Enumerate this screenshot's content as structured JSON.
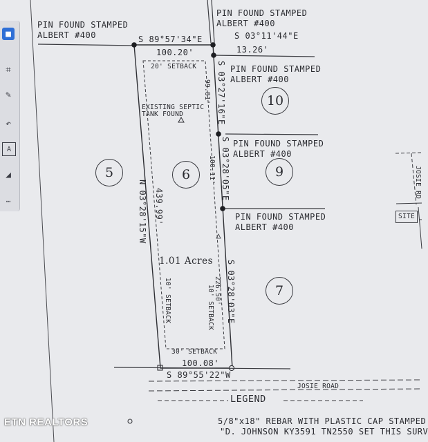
{
  "toolbar": {
    "tools": [
      "blue-square-icon",
      "crop-icon",
      "pen-icon",
      "lasso-icon",
      "text-box-icon",
      "fill-icon",
      "more-icon"
    ]
  },
  "plat": {
    "top_pin_left_1": "PIN FOUND STAMPED",
    "top_pin_left_2": "ALBERT #400",
    "top_pin_right_1": "PIN FOUND STAMPED",
    "top_pin_right_2": "ALBERT #400",
    "top_bearing": "S 89°57'34\"E",
    "top_dist": "100.20'",
    "right_top_bearing": "S 03°11'44\"E",
    "right_top_dist": "13.26'",
    "setback_top": "20' SETBACK",
    "pin10_1": "PIN FOUND STAMPED",
    "pin10_2": "ALBERT #400",
    "east_bearing_1": "S 03°27'16\"E",
    "dist_1": "99.81'",
    "septic_1": "EXISTING SEPTIC",
    "septic_2": "TANK FOUND",
    "pin9_1": "PIN FOUND STAMPED",
    "pin9_2": "ALBERT #400",
    "east_bearing_2": "S 03°28'05\"E",
    "dist_2": "100.11'",
    "pin7_1": "PIN FOUND STAMPED",
    "pin7_2": "ALBERT #400",
    "west_bearing": "N 03°28'15\"W",
    "west_dist": "439.99'",
    "acres": "1.01 Acres",
    "east_bearing_3": "S 03°28'03\"E",
    "dist_3": "226.50'",
    "side_setback_left": "10' SETBACK",
    "side_setback_right": "10' SETBACK",
    "setback_bottom": "30' SETBACK",
    "bottom_dist": "100.08'",
    "bottom_bearing": "S 89°55'22\"W",
    "josie_road": "JOSIE ROAD",
    "josie_rd_right": "JOSIE RD",
    "site": "SITE",
    "legend": "LEGEND",
    "legend_line_1": "5/8\"x18\" REBAR WITH PLASTIC CAP STAMPED",
    "legend_line_2": "\"D. JOHNSON KY3591 TN2550 SET THIS SURV",
    "lots": [
      "5",
      "6",
      "10",
      "9",
      "7"
    ]
  },
  "watermark": "ETN REALTORS"
}
